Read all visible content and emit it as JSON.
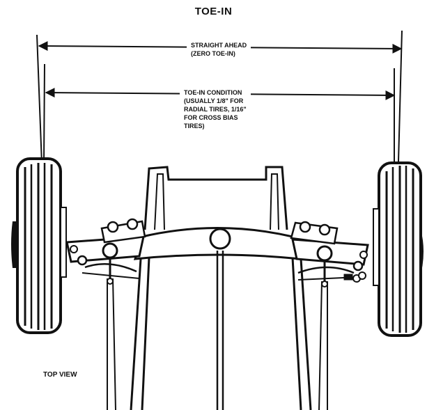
{
  "title": "TOE-IN",
  "dimensions": {
    "straight_ahead": {
      "lines": [
        "STRAIGHT AHEAD",
        "(ZERO TOE-IN)"
      ]
    },
    "toe_in_condition": {
      "lines": [
        "TOE-IN CONDITION",
        "(USUALLY 1/8\" FOR",
        "RADIAL TIRES, 1/16\"",
        "FOR CROSS BIAS",
        "TIRES)"
      ]
    }
  },
  "view_label": "TOP VIEW",
  "colors": {
    "ink": "#111111",
    "paper": "#ffffff",
    "gray": "#8a8a8a"
  }
}
